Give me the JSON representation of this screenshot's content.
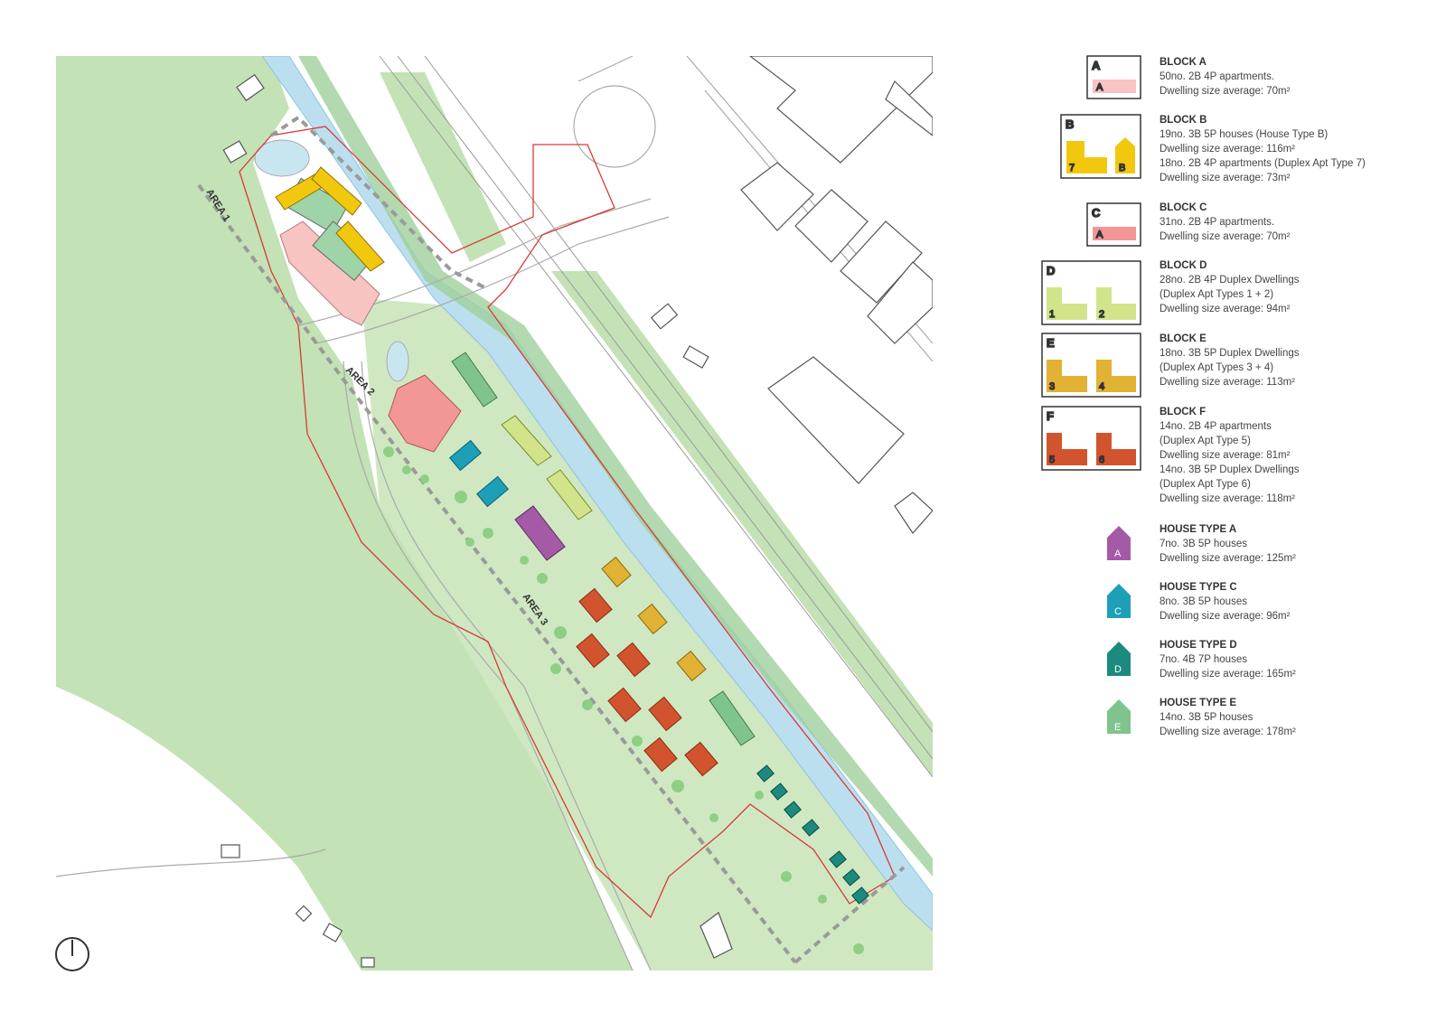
{
  "areas": [
    "AREA 1",
    "AREA 2",
    "AREA 3"
  ],
  "colors": {
    "grass": "#c3e2b5",
    "grass_dark": "#a9d79c",
    "water": "#bcdff0",
    "boundary": "#d63b36",
    "block_a": "#f7c3c3",
    "block_b": "#f2c80f",
    "block_c": "#f29696",
    "block_d": "#d2e48a",
    "block_e": "#e1b233",
    "block_f": "#d2542e",
    "house_a": "#a45aa7",
    "house_c": "#1e9fb8",
    "house_d": "#1c8a7e",
    "house_e": "#7fc48c"
  },
  "legend": [
    {
      "key": "A",
      "title": "BLOCK A",
      "lines": [
        "50no. 2B 4P apartments.",
        "Dwelling size average: 70m²"
      ],
      "swatch_labels": [
        "A"
      ]
    },
    {
      "key": "B",
      "title": "BLOCK B",
      "lines": [
        "19no. 3B 5P houses (House Type B)",
        "Dwelling size average: 116m²",
        "18no. 2B 4P apartments (Duplex Apt Type 7)",
        "Dwelling size average: 73m²"
      ],
      "swatch_labels": [
        "7",
        "B"
      ]
    },
    {
      "key": "C",
      "title": "BLOCK C",
      "lines": [
        "31no. 2B 4P apartments.",
        "Dwelling size average: 70m²"
      ],
      "swatch_labels": [
        "A"
      ]
    },
    {
      "key": "D",
      "title": "BLOCK D",
      "lines": [
        "28no.  2B 4P Duplex Dwellings",
        "(Duplex Apt Types 1 + 2)",
        "Dwelling size average: 94m²"
      ],
      "swatch_labels": [
        "1",
        "2"
      ]
    },
    {
      "key": "E",
      "title": "BLOCK E",
      "lines": [
        "18no. 3B 5P Duplex Dwellings",
        "(Duplex Apt Types 3 + 4)",
        "Dwelling size average: 113m²"
      ],
      "swatch_labels": [
        "3",
        "4"
      ]
    },
    {
      "key": "F",
      "title": "BLOCK F",
      "lines": [
        "14no. 2B 4P apartments",
        "(Duplex Apt Type 5)",
        "Dwelling size average: 81m²",
        "14no. 3B 5P Duplex Dwellings",
        "(Duplex Apt Type 6)",
        "Dwelling size average: 118m²"
      ],
      "swatch_labels": [
        "5",
        "6"
      ]
    },
    {
      "key": "A",
      "title": "HOUSE TYPE A",
      "lines": [
        "7no. 3B 5P houses",
        "Dwelling size average: 125m²"
      ]
    },
    {
      "key": "C",
      "title": "HOUSE TYPE C",
      "lines": [
        "8no. 3B 5P houses",
        "Dwelling size average: 96m²"
      ]
    },
    {
      "key": "D",
      "title": "HOUSE TYPE D",
      "lines": [
        "7no. 4B 7P houses",
        "Dwelling size average: 165m²"
      ]
    },
    {
      "key": "E",
      "title": "HOUSE TYPE E",
      "lines": [
        "14no. 3B 5P houses",
        "Dwelling size average: 178m²"
      ]
    }
  ]
}
